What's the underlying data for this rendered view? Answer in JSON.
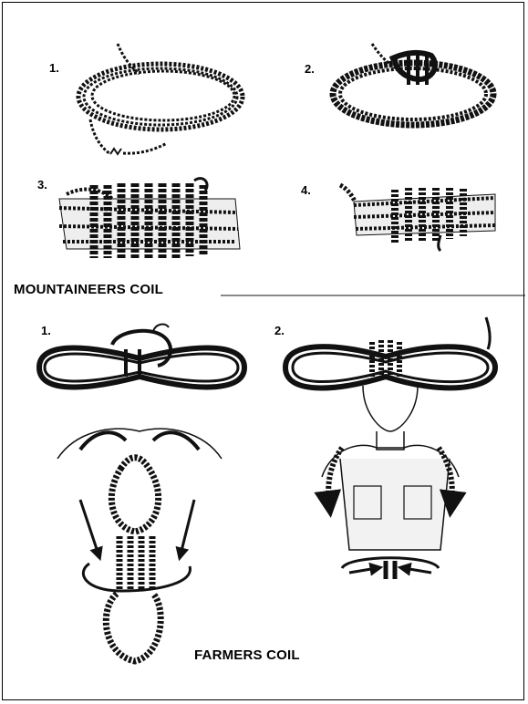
{
  "figure": {
    "mountaineers": {
      "title": "MOUNTAINEERS COIL",
      "steps": [
        "1.",
        "2.",
        "3.",
        "4."
      ]
    },
    "farmers": {
      "title": "FARMERS COIL",
      "steps": [
        "1.",
        "2."
      ]
    }
  }
}
